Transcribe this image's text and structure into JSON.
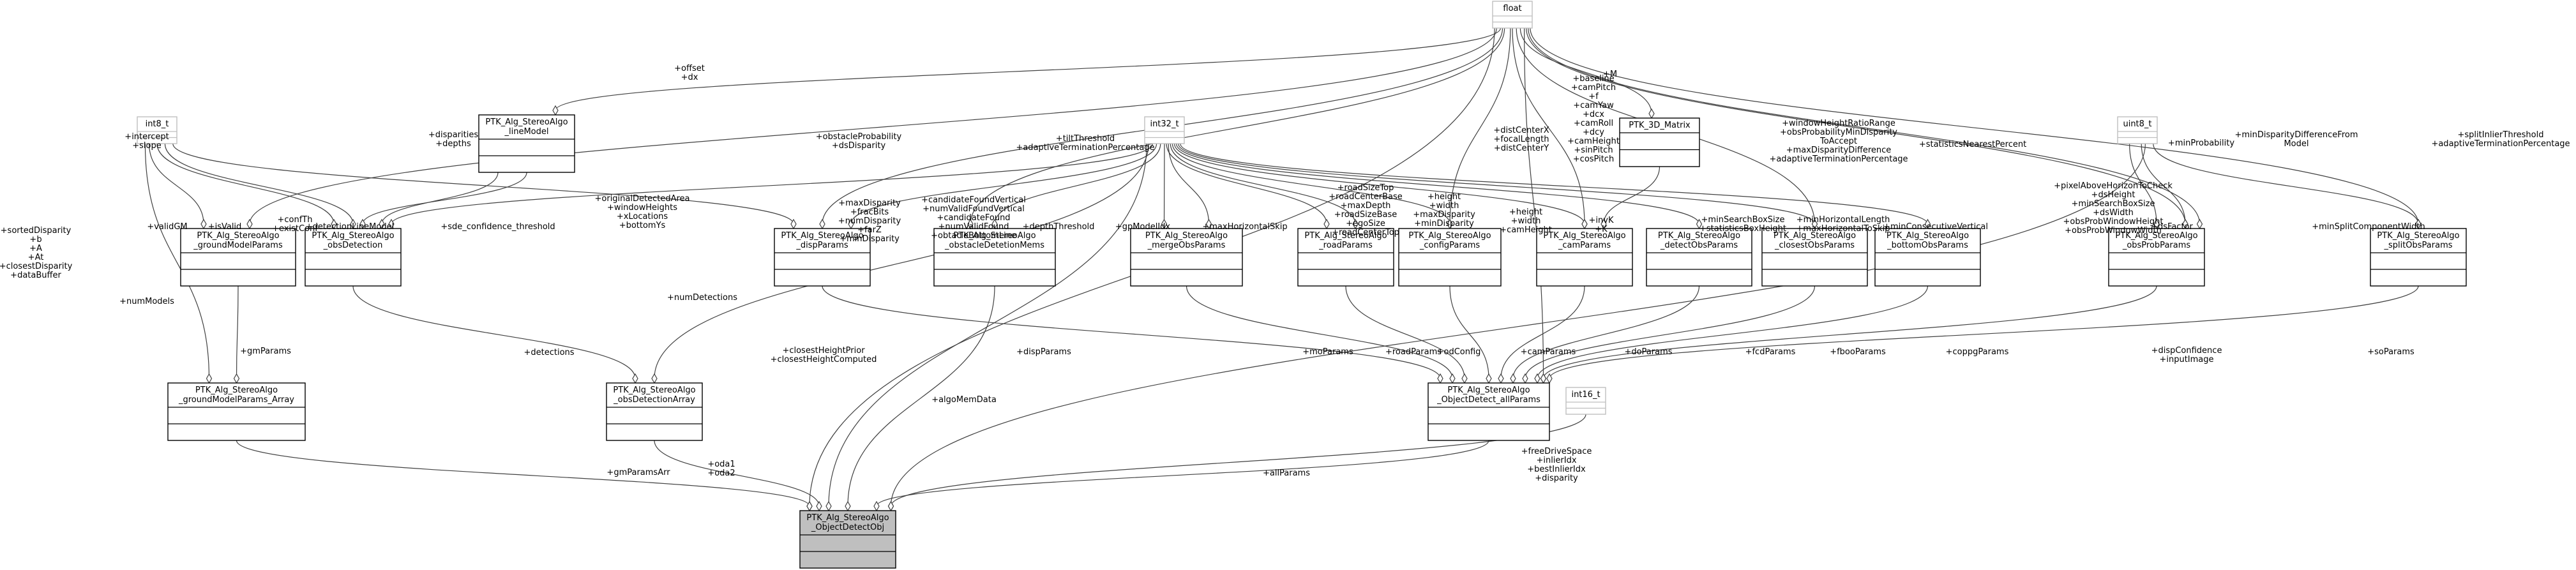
{
  "nodes": {
    "float": {
      "lines": [
        "float"
      ],
      "primitive": true
    },
    "int8_t": {
      "lines": [
        "int8_t"
      ],
      "primitive": true
    },
    "int32_t": {
      "lines": [
        "int32_t"
      ],
      "primitive": true
    },
    "uint8_t": {
      "lines": [
        "uint8_t"
      ],
      "primitive": true
    },
    "int16_t": {
      "lines": [
        "int16_t"
      ],
      "primitive": true
    },
    "lineModel": {
      "lines": [
        "PTK_Alg_StereoAlgo",
        "_lineModel"
      ]
    },
    "matrix3d": {
      "lines": [
        "PTK_3D_Matrix"
      ]
    },
    "groundModelParams": {
      "lines": [
        "PTK_Alg_StereoAlgo",
        "_groundModelParams"
      ]
    },
    "obsDetection": {
      "lines": [
        "PTK_Alg_StereoAlgo",
        "_obsDetection"
      ]
    },
    "dispParams": {
      "lines": [
        "PTK_Alg_StereoAlgo",
        "_dispParams"
      ]
    },
    "obstacleDetetionMems": {
      "lines": [
        "PTK_Alg_StereoAlgo",
        "_obstacleDetetionMems"
      ]
    },
    "mergeObsParams": {
      "lines": [
        "PTK_Alg_StereoAlgo",
        "_mergeObsParams"
      ]
    },
    "roadParams": {
      "lines": [
        "PTK_Alg_StereoAlgo",
        "_roadParams"
      ]
    },
    "configParams": {
      "lines": [
        "PTK_Alg_StereoAlgo",
        "_configParams"
      ]
    },
    "camParams": {
      "lines": [
        "PTK_Alg_StereoAlgo",
        "_camParams"
      ]
    },
    "detectObsParams": {
      "lines": [
        "PTK_Alg_StereoAlgo",
        "_detectObsParams"
      ]
    },
    "closestObsParams": {
      "lines": [
        "PTK_Alg_StereoAlgo",
        "_closestObsParams"
      ]
    },
    "bottomObsParams": {
      "lines": [
        "PTK_Alg_StereoAlgo",
        "_bottomObsParams"
      ]
    },
    "obsProbParams": {
      "lines": [
        "PTK_Alg_StereoAlgo",
        "_obsProbParams"
      ]
    },
    "splitObsParams": {
      "lines": [
        "PTK_Alg_StereoAlgo",
        "_splitObsParams"
      ]
    },
    "groundModelParamsArray": {
      "lines": [
        "PTK_Alg_StereoAlgo",
        "_groundModelParams_Array"
      ]
    },
    "obsDetectionArray": {
      "lines": [
        "PTK_Alg_StereoAlgo",
        "_obsDetectionArray"
      ]
    },
    "allParams": {
      "lines": [
        "PTK_Alg_StereoAlgo",
        "_ObjectDetect_allParams"
      ]
    },
    "objectDetectObj": {
      "lines": [
        "PTK_Alg_StereoAlgo",
        "_ObjectDetectObj"
      ],
      "main": true
    }
  },
  "edges": {
    "float_lineModel": [
      "+offset",
      "+dx"
    ],
    "float_matrix3d": [
      "+M"
    ],
    "float_groundModel": [
      "+intercept",
      "+slope"
    ],
    "lineModel_obsDetection": [
      "+disparities",
      "+depths"
    ],
    "float_dispParams": [
      "+obstacleProbability",
      "+dsDisparity"
    ],
    "float_obstacleMems": [
      "+tiltThreshold",
      "+adaptiveTerminationPercentage"
    ],
    "float_configParams": [
      "+distCenterX",
      "+focalLength",
      "+distCenterY"
    ],
    "float_camParams": [
      "+baseline",
      "+camPitch",
      "+f",
      "+camYaw",
      "+dcx",
      "+camRoll",
      "+dcy",
      "+camHeight",
      "+sinPitch",
      "+cosPitch"
    ],
    "float_closestObs": [
      "+windowHeightRatioRange",
      "+obsProbabilityMinDisparity",
      "ToAccept",
      "+maxDisparityDifference",
      "+adaptiveTerminationPercentage"
    ],
    "float_allParams": [
      "+statisticsNearestPercent"
    ],
    "float_obsProb": [
      "+minProbability"
    ],
    "float_obsProb2": [
      "+minDisparityDifferenceFrom",
      "Model"
    ],
    "float_splitObs": [
      "+splitInlierThreshold",
      "+adaptiveTerminationPercentage"
    ],
    "float_objectDetectObj": [
      "+sortedDisparity",
      "+b",
      "+A",
      "+At",
      "+closestDisparity",
      "+dataBuffer"
    ],
    "int8_groundModel": [
      "+validGM"
    ],
    "int8_obsDetection": [
      "+isValid"
    ],
    "int8_obsDetection2": [
      "+confTh",
      "+existConf"
    ],
    "int8_dispParams": [
      "+sde_confidence_threshold"
    ],
    "int8_groundModelArray": [
      "+numModels"
    ],
    "lineModel_obsDetection2": [
      "+detectionLineModel"
    ],
    "int32_obsDetection": [
      "+originalDetectedArea",
      "+windowHeights",
      "+xLocations",
      "+bottomYs"
    ],
    "int32_dispParams": [
      "+maxDisparity",
      "+fracBits",
      "+numDisparity",
      "+farZ",
      "+minDisparity"
    ],
    "int32_obstacleMems": [
      "+candidateFoundVertical",
      "+numValidFoundVertical",
      "+candidateFound",
      "+numValidFound",
      "+obtacleBottomLine"
    ],
    "int32_mergeObs": [
      "+depthThreshold"
    ],
    "int32_roadParams": [
      "+gpModelIdx"
    ],
    "int32_mergeObs2": [
      "+maxHorizontalSkip"
    ],
    "int32_roadParams2": [
      "+roadSizeTop",
      "+roadCenterBase",
      "+maxDepth",
      "+roadSizeBase",
      "+egoSize",
      "+roadCenterTop"
    ],
    "int32_configParams": [
      "+height",
      "+width",
      "+maxDisparity",
      "+minDisparity"
    ],
    "int32_camParams": [
      "+height",
      "+width",
      "+camHeight"
    ],
    "int32_detectObs": [
      "+minSearchBoxSize",
      "+statisticsBoxHeight"
    ],
    "int32_closestObs": [
      "+minHorizontalLength",
      "+maxHorizontalToSkip"
    ],
    "int32_bottomObs": [
      "+minConsecutiveVertical"
    ],
    "int32_obsDetectionArray": [
      "+numDetections"
    ],
    "int32_objectDetectObj": [
      "+closestHeightPrior",
      "+closestHeightComputed"
    ],
    "matrix_camParams": [
      "+invK",
      "+K"
    ],
    "uint8_obsProb": [
      "+pixelAboveHorizonToCheck",
      "+dsHeight",
      "+minSearchBoxSize",
      "+dsWidth",
      "+obsProbWindowHeight",
      "+obsProbWindowWidth"
    ],
    "uint8_obsProb2": [
      "+dsFactor"
    ],
    "uint8_splitObs": [
      "+minSplitComponentWidth"
    ],
    "uint8_objectDetectObj": [
      "+dispConfidence",
      "+inputImage"
    ],
    "groundModel_array": [
      "+gmParams"
    ],
    "obsDetection_array": [
      "+detections"
    ],
    "dispParams_all": [
      "+dispParams"
    ],
    "mergeObs_all": [
      "+moParams"
    ],
    "roadParams_all": [
      "+roadParams"
    ],
    "config_all": [
      "+odConfig"
    ],
    "cam_all": [
      "+camParams"
    ],
    "detect_all": [
      "+doParams"
    ],
    "closest_all": [
      "+fcdParams"
    ],
    "bottom_all": [
      "+fbooParams"
    ],
    "obsProb_all": [
      "+coppgParams"
    ],
    "split_all": [
      "+soParams"
    ],
    "gmArray_obj": [
      "+gmParamsArr"
    ],
    "obsArray_obj": [
      "+oda1",
      "+oda2"
    ],
    "mems_obj": [
      "+algoMemData"
    ],
    "all_obj": [
      "+allParams"
    ],
    "int16_obj": [
      "+freeDriveSpace",
      "+inlierIdx",
      "+bestInlierIdx",
      "+disparity"
    ]
  }
}
